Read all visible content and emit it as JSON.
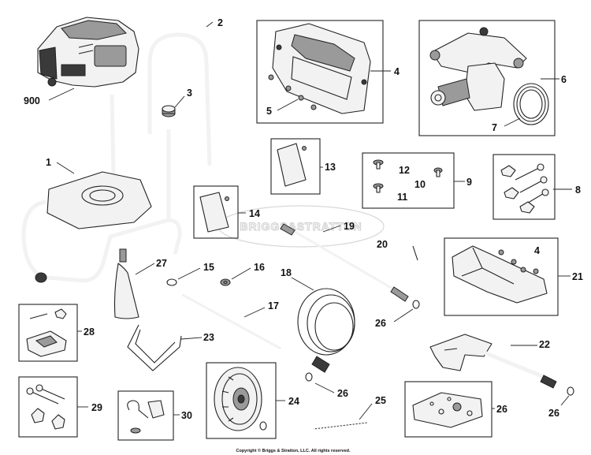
{
  "watermark": "BRIGGS&STRATTON",
  "copyright": "Copyright © Briggs & Stratton, LLC. All rights reserved.",
  "labels": {
    "l900": "900",
    "l1": "1",
    "l2": "2",
    "l3": "3",
    "l4a": "4",
    "l4b": "4",
    "l5": "5",
    "l6": "6",
    "l7": "7",
    "l8": "8",
    "l9": "9",
    "l10": "10",
    "l11": "11",
    "l12": "12",
    "l13": "13",
    "l14": "14",
    "l15": "15",
    "l16": "16",
    "l17": "17",
    "l18": "18",
    "l19": "19",
    "l20": "20",
    "l21": "21",
    "l22": "22",
    "l23": "23",
    "l24": "24",
    "l25": "25",
    "l26a": "26",
    "l26b": "26",
    "l26c": "26",
    "l26d": "26",
    "l27": "27",
    "l28": "28",
    "l29": "29",
    "l30": "30"
  }
}
